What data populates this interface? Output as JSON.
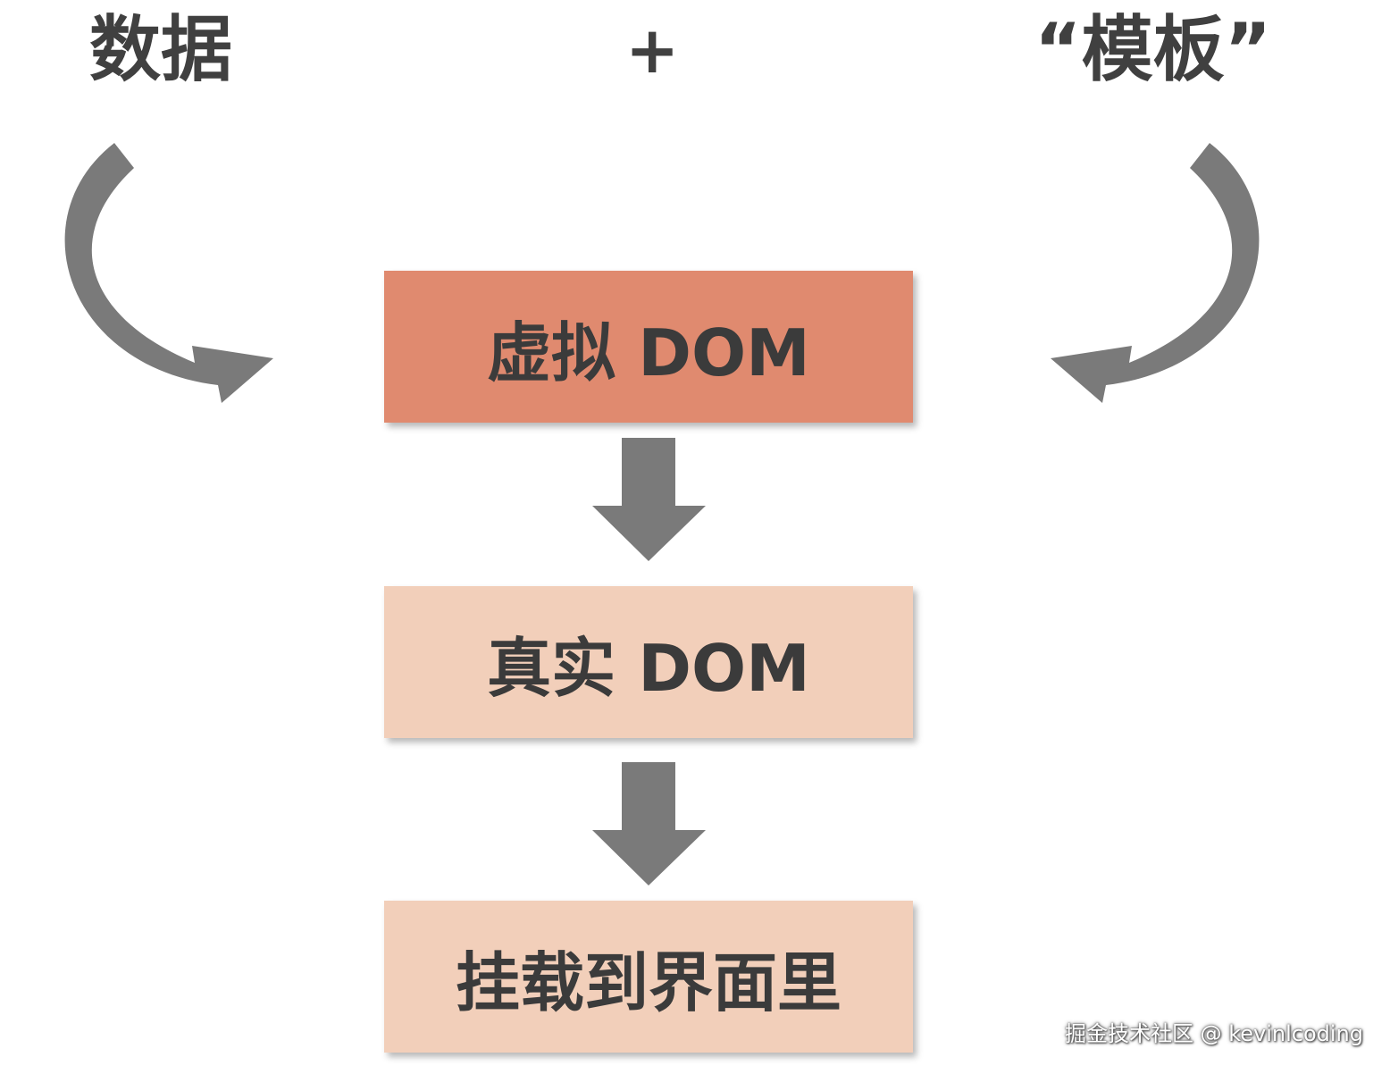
{
  "top": {
    "data_label": "数据",
    "plus_label": "+",
    "template_label": "“模板”"
  },
  "flow": {
    "virtual_dom": "虚拟 DOM",
    "real_dom": "真实 DOM",
    "mount": "挂载到界面里"
  },
  "watermark": "掘金技术社区 @ kevinlcoding",
  "colors": {
    "text": "#404040",
    "arrow": "#7a7a7a",
    "virtual_dom_fill": "#e08a6f",
    "box_fill": "#f2cfba"
  },
  "icons": [
    "curved-arrow-left-icon",
    "curved-arrow-right-icon",
    "down-arrow-icon"
  ]
}
